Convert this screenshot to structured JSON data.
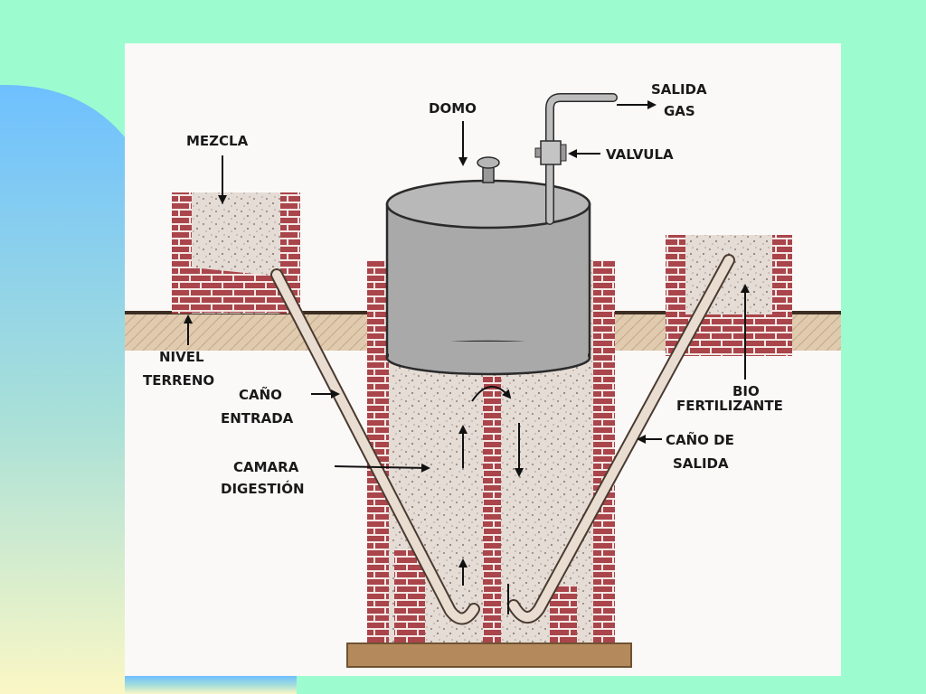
{
  "labels": {
    "mezcla": "MEZCLA",
    "domo": "DOMO",
    "salida_gas_1": "SALIDA",
    "salida_gas_2": "GAS",
    "valvula": "VALVULA",
    "nivel_terreno_1": "NIVEL",
    "nivel_terreno_2": "TERRENO",
    "cano_entrada_1": "CAÑO",
    "cano_entrada_2": "ENTRADA",
    "camara_digestion_1": "CAMARA",
    "camara_digestion_2": "DIGESTIÓN",
    "bio_fertilizante_1": "BIO",
    "bio_fertilizante_2": "FERTILIZANTE",
    "cano_salida_1": "CAÑO DE",
    "cano_salida_2": "SALIDA"
  },
  "colors": {
    "background": "#9dfccf",
    "panel": "#fbf9f8",
    "brick": "#a9454b",
    "mortar": "#f4e7e4",
    "slurry": "#e6dcd6",
    "dome": "#a9a9a9",
    "soil": "#c9a780",
    "base_slab": "#b48a5d",
    "pipe": "#e8ddd0"
  }
}
